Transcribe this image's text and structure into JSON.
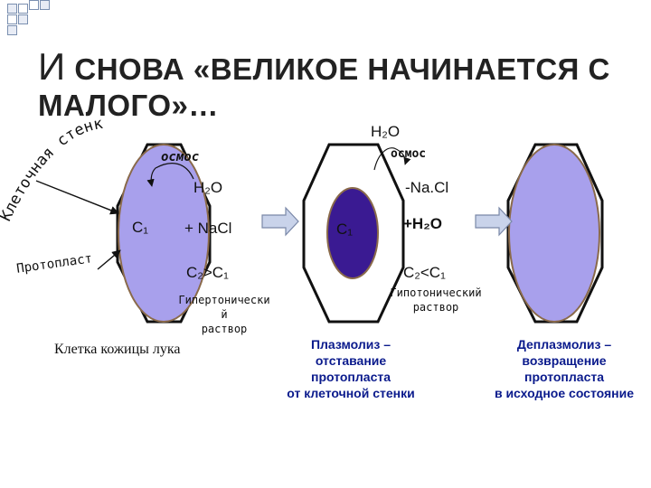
{
  "title": {
    "line1_big": "И",
    "line1_rest": " СНОВА «ВЕЛИКОЕ НАЧИНАЕТСЯ С",
    "line2": "МАЛОГО»…"
  },
  "labels": {
    "cell_wall": "Клеточная стенка",
    "protoplast": "Протопласт",
    "onion_cell": "Клетка кожицы лука",
    "osmos_left": "осмос",
    "osmos_right": "осмос",
    "h2o_left": "H₂O",
    "h2o_top": "H₂O",
    "c1_left": "C₁",
    "c1_mid": "C₁",
    "plus_nacl": "+ NaCl",
    "minus_nacl": "-Na.Cl",
    "plus_h2o": "+H₂O",
    "c2_gt_c1": "C₂>C₁",
    "c2_lt_c1": "C₂<C₁",
    "hypertonic": [
      "Гипертонически",
      "й",
      "раствор"
    ],
    "hypotonic": [
      "Гипотонический",
      "раствор"
    ],
    "plasmolysis_title": "Плазмолиз –",
    "plasmolysis_text": [
      "отставание",
      "протопласта",
      "от клеточной стенки"
    ],
    "deplasmolysis_title": "Деплазмолиз –",
    "deplasmolysis_text": [
      "возвращение",
      "протопласта",
      "в исходное состояние"
    ]
  },
  "colors": {
    "protoplast_fill": "#a8a0ec",
    "vacuole_fill": "#3a1a92",
    "cell_outline": "#111111",
    "protoplast_border": "#8a6a4a",
    "arrow_fill": "#c9d3ea",
    "arrow_stroke": "#7a88a8",
    "title_color": "#222222",
    "caption_blue": "#0a1a8c"
  },
  "icons": [
    "corner-squares-decoration",
    "right-arrow-icon",
    "curved-osmosis-arrow-icon"
  ]
}
